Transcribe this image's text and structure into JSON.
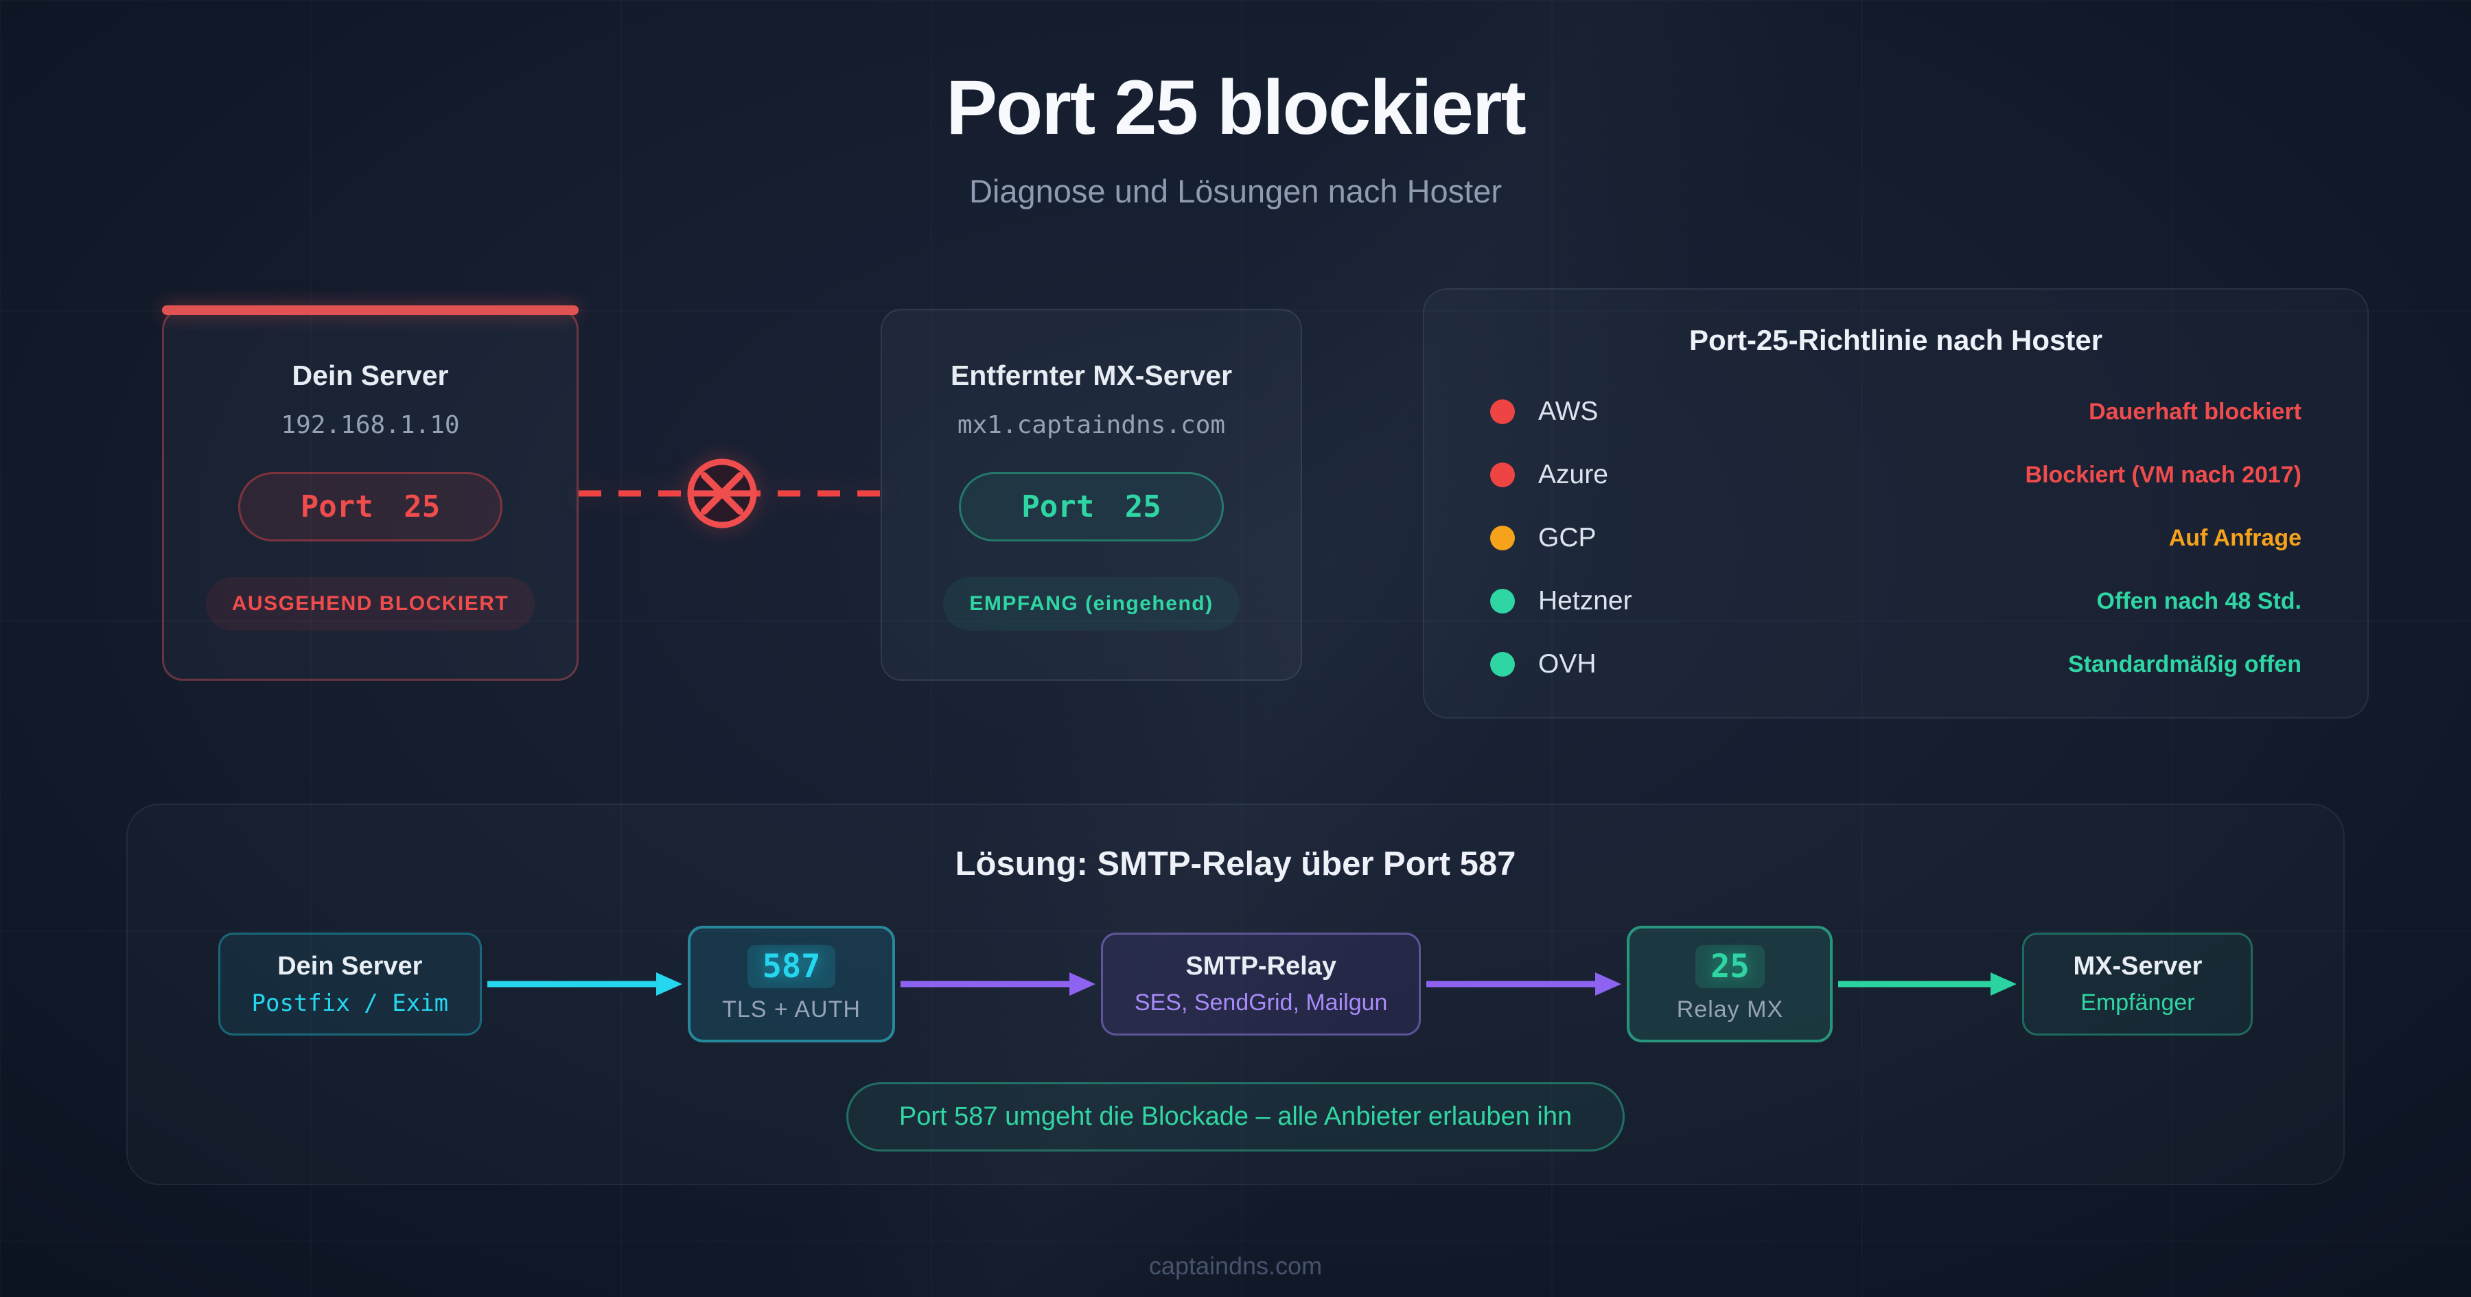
{
  "page": {
    "title": "Port 25 blockiert",
    "subtitle": "Diagnose und Lösungen nach Hoster",
    "footer": "captaindns.com"
  },
  "colors": {
    "background": "#121a2a",
    "accent_red": "#ef4444",
    "accent_orange": "#f6a21a",
    "accent_green": "#2fd6a3",
    "accent_cyan": "#25d6ef",
    "accent_purple": "#a78bfa"
  },
  "icons": {
    "blocked_connection": "circle-cross-icon",
    "policy_status": "status-dot"
  },
  "server_card": {
    "title": "Dein Server",
    "address": "192.168.1.10",
    "port_label": "Port 25",
    "status_badge": "AUSGEHEND BLOCKIERT"
  },
  "mx_card": {
    "title": "Entfernter MX-Server",
    "address": "mx1.captaindns.com",
    "port_label": "Port 25",
    "status_badge": "EMPFANG (eingehend)"
  },
  "policy_panel": {
    "title": "Port-25-Richtlinie nach Hoster",
    "rows": [
      {
        "name": "AWS",
        "status": "Dauerhaft blockiert",
        "status_color": "#f14c4c"
      },
      {
        "name": "Azure",
        "status": "Blockiert (VM nach 2017)",
        "status_color": "#f14c4c"
      },
      {
        "name": "GCP",
        "status": "Auf Anfrage",
        "status_color": "#f6a21a"
      },
      {
        "name": "Hetzner",
        "status": "Offen nach 48 Std.",
        "status_color": "#2fd6a3"
      },
      {
        "name": "OVH",
        "status": "Standardmäßig offen",
        "status_color": "#2fd6a3"
      }
    ]
  },
  "solution_panel": {
    "title": "Lösung: SMTP-Relay über Port 587",
    "steps": [
      {
        "label": "Dein Server",
        "sublabel": "Postfix / Exim"
      },
      {
        "label": "587",
        "sublabel": "TLS + AUTH"
      },
      {
        "label": "SMTP-Relay",
        "sublabel": "SES, SendGrid, Mailgun"
      },
      {
        "label": "25",
        "sublabel": "Relay MX"
      },
      {
        "label": "MX-Server",
        "sublabel": "Empfänger"
      }
    ],
    "note": "Port 587 umgeht die Blockade – alle Anbieter erlauben ihn"
  }
}
